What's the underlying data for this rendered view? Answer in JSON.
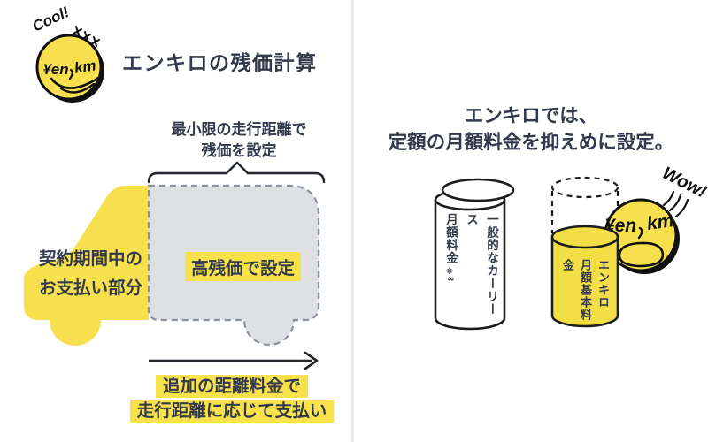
{
  "colors": {
    "brand_yellow": "#F6E04E",
    "text_navy": "#333A4B",
    "car_gray_fill": "#DFE0E2",
    "dash_gray": "#8A919D",
    "highlight_yellow": "#F8E24B"
  },
  "logo": {
    "cool": "Cool!",
    "yen": "¥en",
    "km": "km"
  },
  "left_panel": {
    "title": "エンキロの残価計算",
    "brace_label": {
      "line1": "最小限の走行距離で",
      "line2": "残価を設定"
    },
    "paid_label": {
      "line1": "契約期間中の",
      "line2": "お支払い部分"
    },
    "residual_label": "高残価で設定",
    "arrow_label": {
      "line1": "追加の距離料金で",
      "line2": "走行距離に応じて支払い"
    }
  },
  "right_panel": {
    "heading": {
      "line1": "エンキロでは、",
      "line2": "定額の月額料金を抑えめに設定。"
    },
    "lease_cylinder": {
      "line1": "一般的なカーリース",
      "line2": "月額料金",
      "footnote": "※3"
    },
    "enkilo_cylinder": {
      "line1": "エンキロ",
      "line2": "月額基本料金"
    },
    "wow_badge": {
      "wow": "Wow!",
      "yen": "¥en",
      "km": "km"
    }
  }
}
